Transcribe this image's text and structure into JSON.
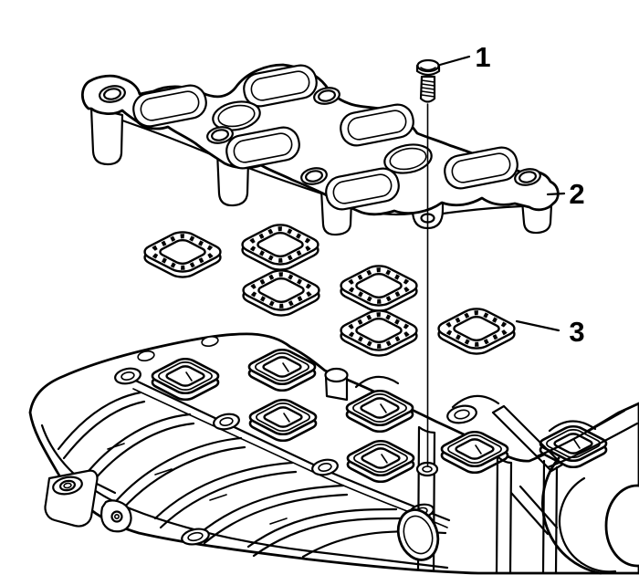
{
  "illustration": {
    "background_color": "#ffffff",
    "line_color": "#000000",
    "callouts": [
      {
        "label": "1",
        "part": "manifold-bolt"
      },
      {
        "label": "2",
        "part": "upper-intake-manifold-plate"
      },
      {
        "label": "3",
        "part": "intake-manifold-gasket"
      }
    ]
  }
}
